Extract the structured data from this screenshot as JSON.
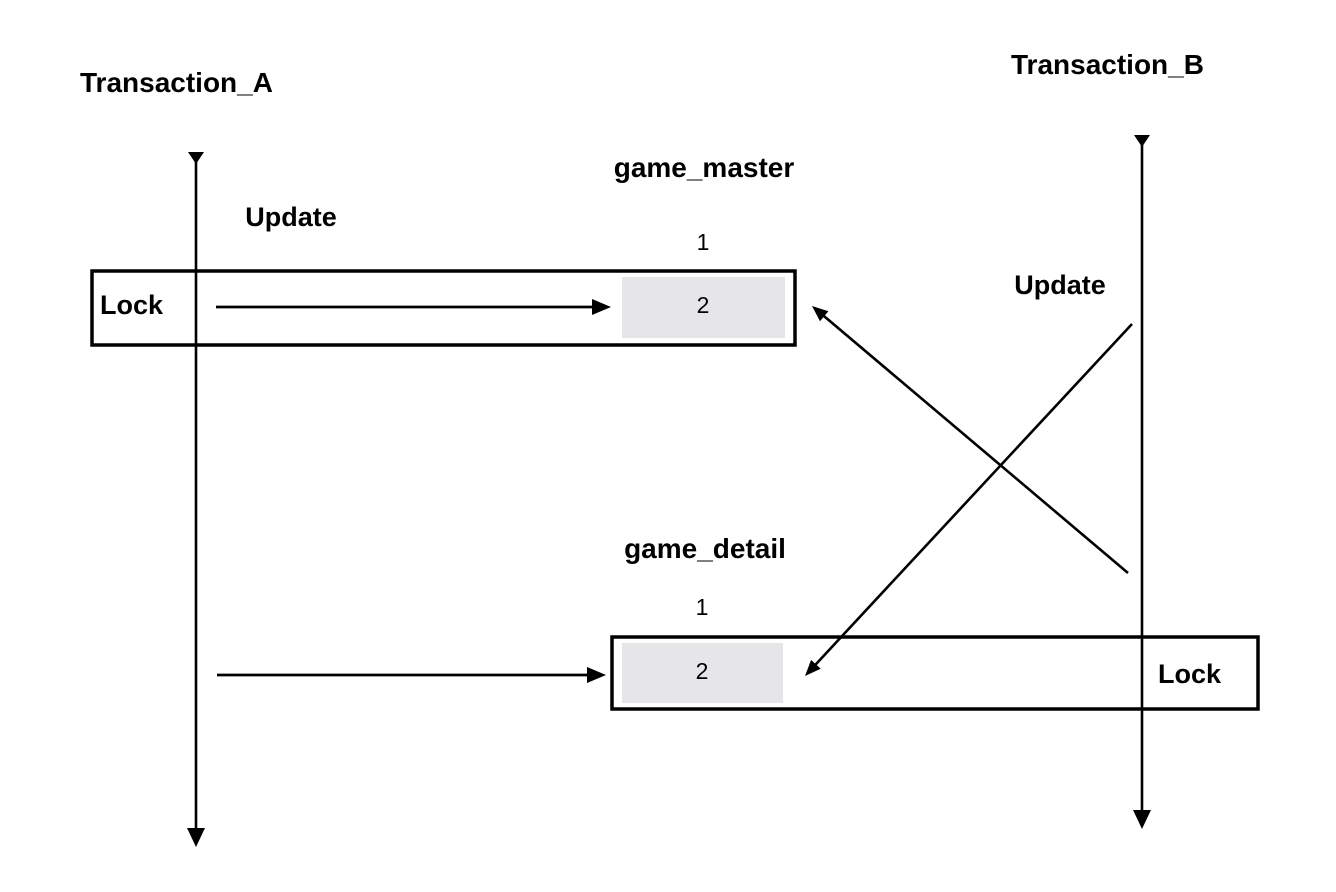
{
  "diagram": {
    "transaction_a": {
      "title": "Transaction_A",
      "update_label": "Update",
      "lock_label": "Lock"
    },
    "transaction_b": {
      "title": "Transaction_B",
      "update_label": "Update",
      "lock_label": "Lock"
    },
    "tables": [
      {
        "name": "game_master",
        "id_label": "1",
        "value_label": "2"
      },
      {
        "name": "game_detail",
        "id_label": "1",
        "value_label": "2"
      }
    ],
    "colors": {
      "line": "#000000",
      "cell_fill": "#e6e6e8",
      "box_fill": "#ffffff",
      "background": "#ffffff"
    }
  }
}
